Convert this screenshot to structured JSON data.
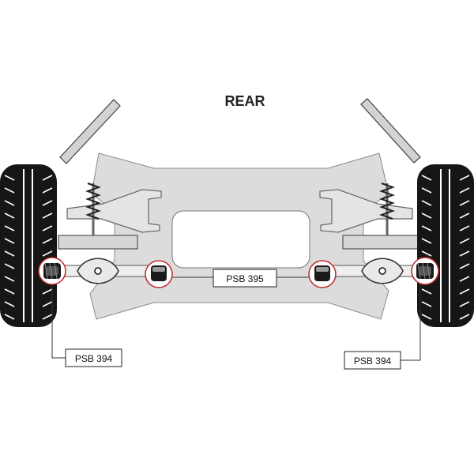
{
  "title": "REAR",
  "labels": {
    "center": "PSB 395",
    "left": "PSB 394",
    "right": "PSB 394"
  },
  "colors": {
    "frame": "#dcdcdc",
    "tire": "#161616",
    "bushing_ring": "#c0262c",
    "bushing_rubber": "#1a1a1a"
  }
}
